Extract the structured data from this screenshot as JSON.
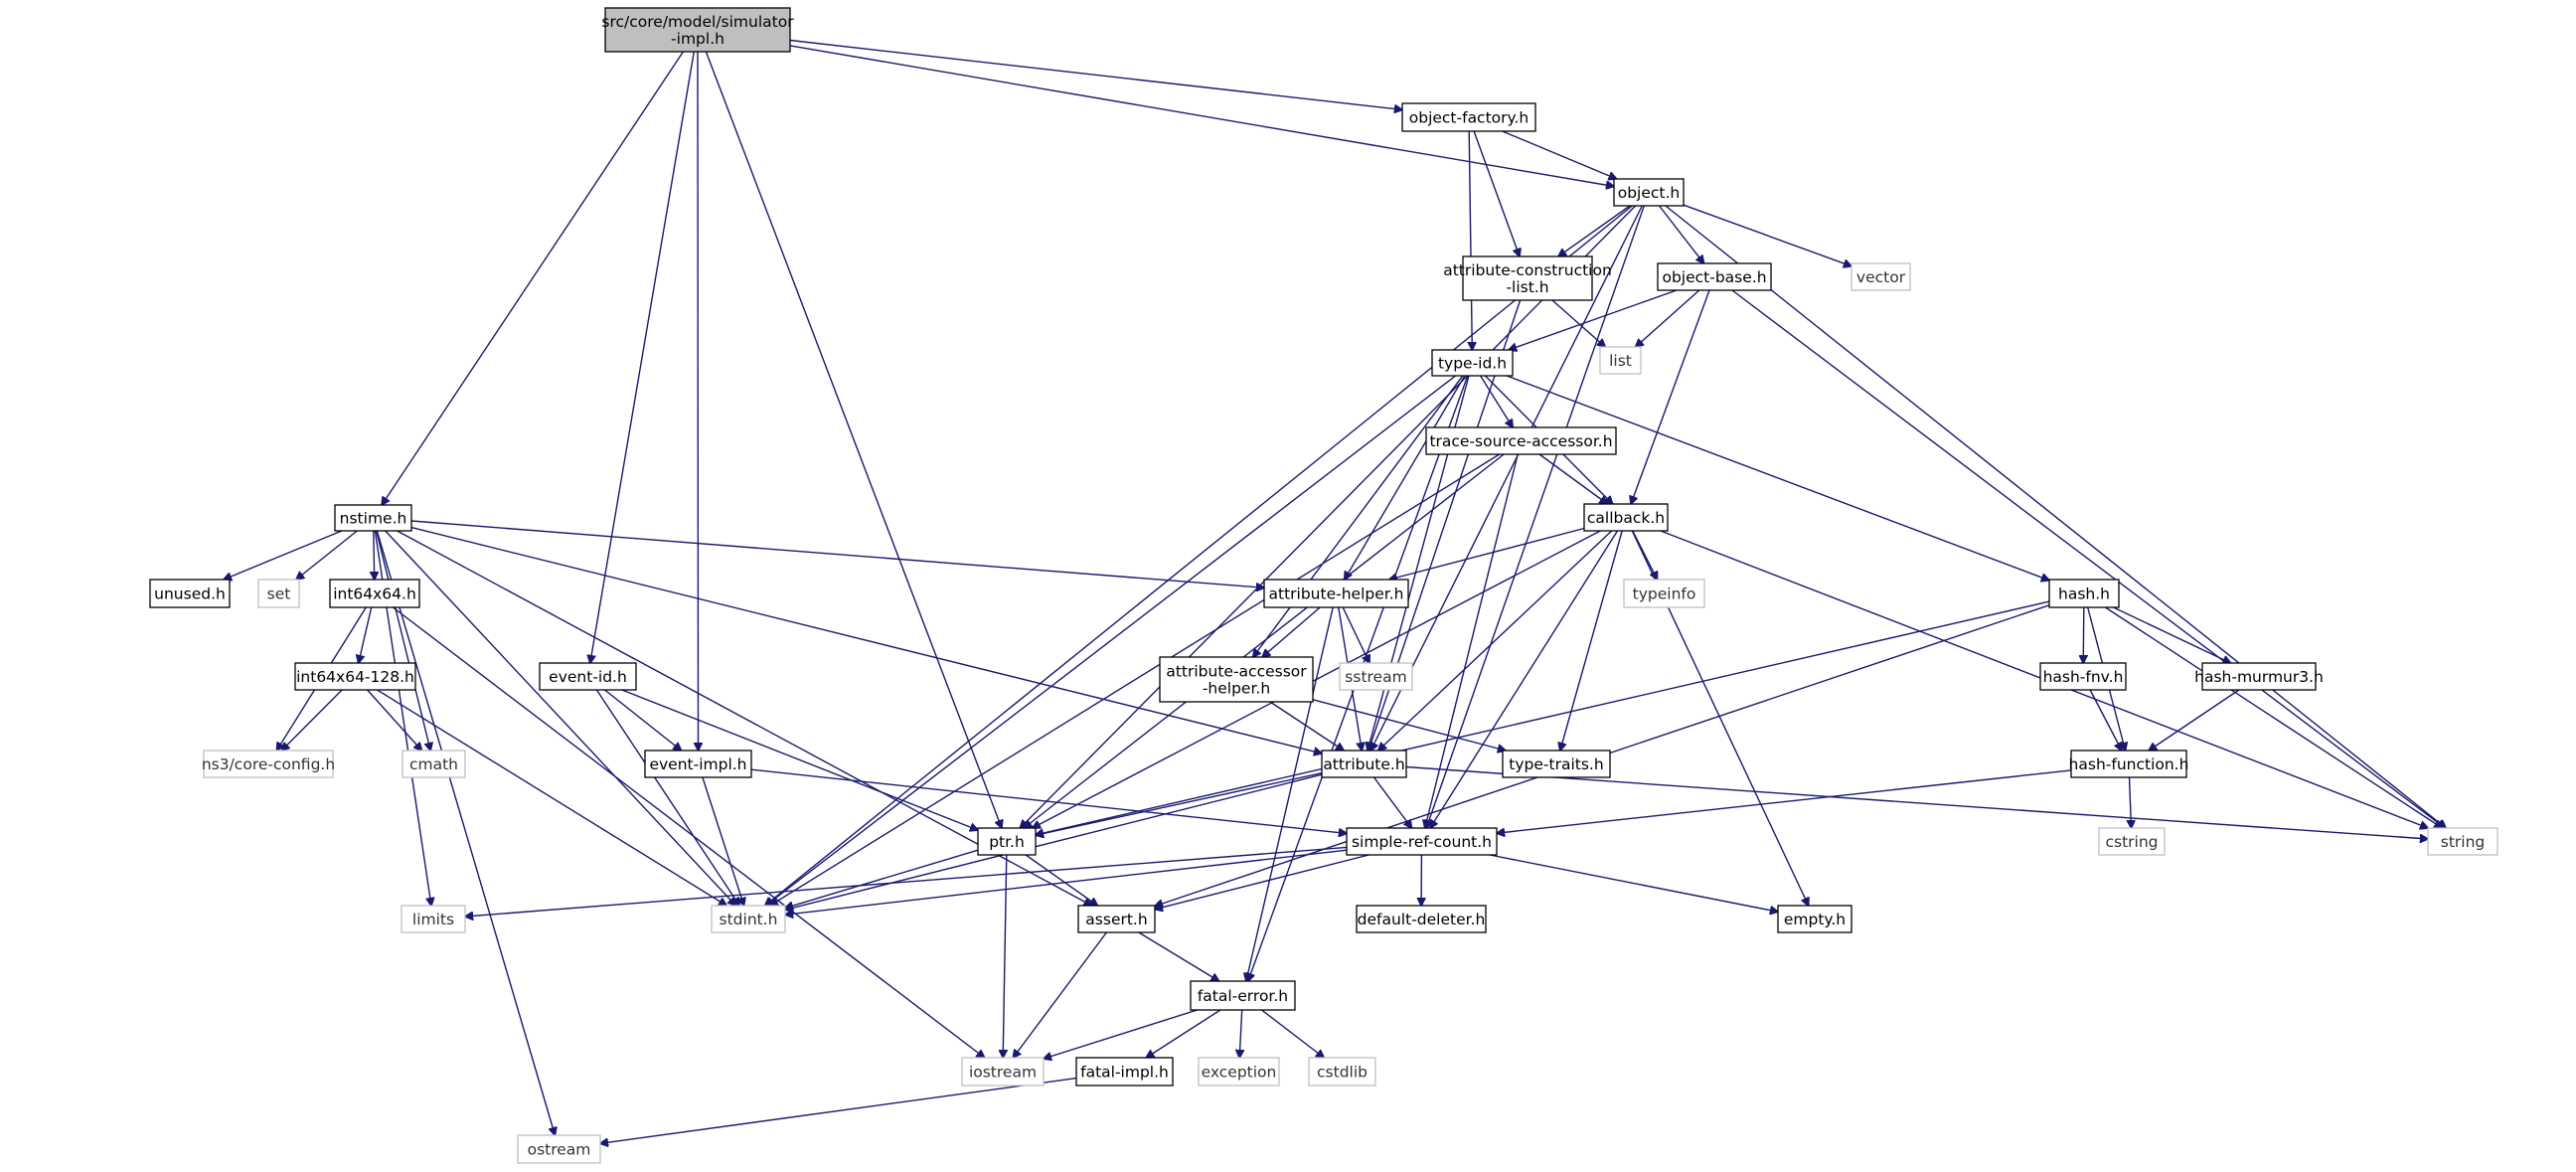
{
  "root": {
    "id": "root",
    "lines": [
      "src/core/model/simulator",
      "-impl.h"
    ]
  },
  "nodes": [
    {
      "id": "object-factory",
      "lines": [
        "object-factory.h"
      ]
    },
    {
      "id": "object",
      "lines": [
        "object.h"
      ]
    },
    {
      "id": "attr-construction",
      "lines": [
        "attribute-construction",
        "-list.h"
      ]
    },
    {
      "id": "object-base",
      "lines": [
        "object-base.h"
      ]
    },
    {
      "id": "vector",
      "lines": [
        "vector"
      ],
      "external": true
    },
    {
      "id": "list",
      "lines": [
        "list"
      ],
      "external": true
    },
    {
      "id": "type-id",
      "lines": [
        "type-id.h"
      ]
    },
    {
      "id": "trace-source",
      "lines": [
        "trace-source-accessor.h"
      ]
    },
    {
      "id": "callback",
      "lines": [
        "callback.h"
      ]
    },
    {
      "id": "nstime",
      "lines": [
        "nstime.h"
      ]
    },
    {
      "id": "unused",
      "lines": [
        "unused.h"
      ]
    },
    {
      "id": "set",
      "lines": [
        "set"
      ],
      "external": true
    },
    {
      "id": "int64x64",
      "lines": [
        "int64x64.h"
      ]
    },
    {
      "id": "attr-helper",
      "lines": [
        "attribute-helper.h"
      ]
    },
    {
      "id": "typeinfo",
      "lines": [
        "typeinfo"
      ],
      "external": true
    },
    {
      "id": "hash",
      "lines": [
        "hash.h"
      ]
    },
    {
      "id": "int64x64-128",
      "lines": [
        "int64x64-128.h"
      ]
    },
    {
      "id": "event-id",
      "lines": [
        "event-id.h"
      ]
    },
    {
      "id": "sstream",
      "lines": [
        "sstream"
      ],
      "external": true
    },
    {
      "id": "attr-accessor",
      "lines": [
        "attribute-accessor",
        "-helper.h"
      ]
    },
    {
      "id": "hash-fnv",
      "lines": [
        "hash-fnv.h"
      ]
    },
    {
      "id": "hash-murmur3",
      "lines": [
        "hash-murmur3.h"
      ]
    },
    {
      "id": "ns3-core-config",
      "lines": [
        "ns3/core-config.h"
      ],
      "external": true
    },
    {
      "id": "cmath",
      "lines": [
        "cmath"
      ],
      "external": true
    },
    {
      "id": "event-impl",
      "lines": [
        "event-impl.h"
      ]
    },
    {
      "id": "attribute",
      "lines": [
        "attribute.h"
      ]
    },
    {
      "id": "type-traits",
      "lines": [
        "type-traits.h"
      ]
    },
    {
      "id": "hash-function",
      "lines": [
        "hash-function.h"
      ]
    },
    {
      "id": "ptr",
      "lines": [
        "ptr.h"
      ]
    },
    {
      "id": "simple-ref-count",
      "lines": [
        "simple-ref-count.h"
      ]
    },
    {
      "id": "cstring",
      "lines": [
        "cstring"
      ],
      "external": true
    },
    {
      "id": "string",
      "lines": [
        "string"
      ],
      "external": true
    },
    {
      "id": "limits",
      "lines": [
        "limits"
      ],
      "external": true
    },
    {
      "id": "stdint",
      "lines": [
        "stdint.h"
      ],
      "external": true
    },
    {
      "id": "assert",
      "lines": [
        "assert.h"
      ]
    },
    {
      "id": "default-deleter",
      "lines": [
        "default-deleter.h"
      ]
    },
    {
      "id": "empty",
      "lines": [
        "empty.h"
      ]
    },
    {
      "id": "fatal-error",
      "lines": [
        "fatal-error.h"
      ]
    },
    {
      "id": "iostream",
      "lines": [
        "iostream"
      ],
      "external": true
    },
    {
      "id": "fatal-impl",
      "lines": [
        "fatal-impl.h"
      ]
    },
    {
      "id": "exception",
      "lines": [
        "exception"
      ],
      "external": true
    },
    {
      "id": "cstdlib",
      "lines": [
        "cstdlib"
      ],
      "external": true
    },
    {
      "id": "ostream",
      "lines": [
        "ostream"
      ],
      "external": true
    }
  ],
  "edges": [
    [
      "root",
      "nstime"
    ],
    [
      "root",
      "event-id"
    ],
    [
      "root",
      "event-impl"
    ],
    [
      "root",
      "ptr"
    ],
    [
      "root",
      "object-factory"
    ],
    [
      "root",
      "object"
    ],
    [
      "object-factory",
      "object"
    ],
    [
      "object-factory",
      "attr-construction"
    ],
    [
      "object-factory",
      "type-id"
    ],
    [
      "object",
      "attr-construction"
    ],
    [
      "object",
      "object-base"
    ],
    [
      "object",
      "vector"
    ],
    [
      "object",
      "string"
    ],
    [
      "object",
      "stdint"
    ],
    [
      "object",
      "ptr"
    ],
    [
      "object",
      "attribute"
    ],
    [
      "object",
      "simple-ref-count"
    ],
    [
      "attr-construction",
      "list"
    ],
    [
      "attr-construction",
      "attribute"
    ],
    [
      "object-base",
      "type-id"
    ],
    [
      "object-base",
      "list"
    ],
    [
      "object-base",
      "callback"
    ],
    [
      "object-base",
      "string"
    ],
    [
      "type-id",
      "trace-source"
    ],
    [
      "type-id",
      "callback"
    ],
    [
      "type-id",
      "attr-helper"
    ],
    [
      "type-id",
      "attr-accessor"
    ],
    [
      "type-id",
      "attribute"
    ],
    [
      "type-id",
      "hash"
    ],
    [
      "type-id",
      "stdint"
    ],
    [
      "type-id",
      "fatal-error"
    ],
    [
      "trace-source",
      "callback"
    ],
    [
      "trace-source",
      "ptr"
    ],
    [
      "trace-source",
      "simple-ref-count"
    ],
    [
      "trace-source",
      "stdint"
    ],
    [
      "callback",
      "attr-helper"
    ],
    [
      "callback",
      "typeinfo"
    ],
    [
      "callback",
      "type-traits"
    ],
    [
      "callback",
      "attribute"
    ],
    [
      "callback",
      "simple-ref-count"
    ],
    [
      "callback",
      "ptr"
    ],
    [
      "callback",
      "empty"
    ],
    [
      "callback",
      "string"
    ],
    [
      "nstime",
      "unused"
    ],
    [
      "nstime",
      "set"
    ],
    [
      "nstime",
      "int64x64"
    ],
    [
      "nstime",
      "cmath"
    ],
    [
      "nstime",
      "attr-helper"
    ],
    [
      "nstime",
      "attribute"
    ],
    [
      "nstime",
      "assert"
    ],
    [
      "nstime",
      "stdint"
    ],
    [
      "nstime",
      "limits"
    ],
    [
      "nstime",
      "ostream"
    ],
    [
      "int64x64",
      "int64x64-128"
    ],
    [
      "int64x64",
      "ns3-core-config"
    ],
    [
      "int64x64",
      "iostream"
    ],
    [
      "int64x64-128",
      "ns3-core-config"
    ],
    [
      "int64x64-128",
      "cmath"
    ],
    [
      "int64x64-128",
      "stdint"
    ],
    [
      "attr-helper",
      "attr-accessor"
    ],
    [
      "attr-helper",
      "sstream"
    ],
    [
      "attr-helper",
      "attribute"
    ],
    [
      "attr-helper",
      "fatal-error"
    ],
    [
      "attr-accessor",
      "attribute"
    ],
    [
      "attr-accessor",
      "type-traits"
    ],
    [
      "hash",
      "hash-fnv"
    ],
    [
      "hash",
      "hash-murmur3"
    ],
    [
      "hash",
      "hash-function"
    ],
    [
      "hash",
      "string"
    ],
    [
      "hash",
      "ptr"
    ],
    [
      "hash",
      "assert"
    ],
    [
      "hash-fnv",
      "hash-function"
    ],
    [
      "hash-murmur3",
      "hash-function"
    ],
    [
      "hash-function",
      "cstring"
    ],
    [
      "hash-function",
      "simple-ref-count"
    ],
    [
      "event-id",
      "event-impl"
    ],
    [
      "event-id",
      "ptr"
    ],
    [
      "event-id",
      "stdint"
    ],
    [
      "event-impl",
      "simple-ref-count"
    ],
    [
      "event-impl",
      "stdint"
    ],
    [
      "attribute",
      "ptr"
    ],
    [
      "attribute",
      "simple-ref-count"
    ],
    [
      "attribute",
      "string"
    ],
    [
      "attribute",
      "stdint"
    ],
    [
      "ptr",
      "stdint"
    ],
    [
      "ptr",
      "assert"
    ],
    [
      "ptr",
      "iostream"
    ],
    [
      "simple-ref-count",
      "assert"
    ],
    [
      "simple-ref-count",
      "default-deleter"
    ],
    [
      "simple-ref-count",
      "empty"
    ],
    [
      "simple-ref-count",
      "limits"
    ],
    [
      "simple-ref-count",
      "stdint"
    ],
    [
      "assert",
      "fatal-error"
    ],
    [
      "assert",
      "iostream"
    ],
    [
      "fatal-error",
      "fatal-impl"
    ],
    [
      "fatal-error",
      "iostream"
    ],
    [
      "fatal-error",
      "exception"
    ],
    [
      "fatal-error",
      "cstdlib"
    ],
    [
      "fatal-impl",
      "ostream"
    ]
  ]
}
